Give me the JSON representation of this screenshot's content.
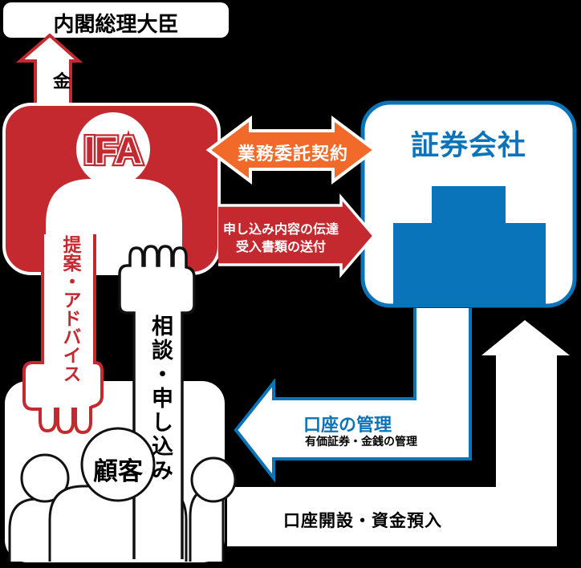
{
  "colors": {
    "background": "#000000",
    "red": "#c4292f",
    "orange": "#f26a2a",
    "blue": "#0a74ba",
    "white": "#ffffff"
  },
  "regulator": {
    "label": "内閣総理大臣"
  },
  "registration_arrow": {
    "label": "金"
  },
  "ifa": {
    "label": "IFA"
  },
  "securities": {
    "label": "証券会社"
  },
  "customers": {
    "label": "顧客"
  },
  "flows": {
    "outsourcing": {
      "label": "業務委託契約"
    },
    "transfer": {
      "line1": "申し込み内容の伝達",
      "line2": "受入書類の送付"
    },
    "proposal": {
      "label": "提案・アドバイス"
    },
    "consultation": {
      "label": "相談・申し込み"
    },
    "account_management": {
      "title": "口座の管理",
      "subtitle": "有価証券・金銭の管理"
    },
    "account_opening": {
      "label": "口座開設・資金預入"
    }
  }
}
